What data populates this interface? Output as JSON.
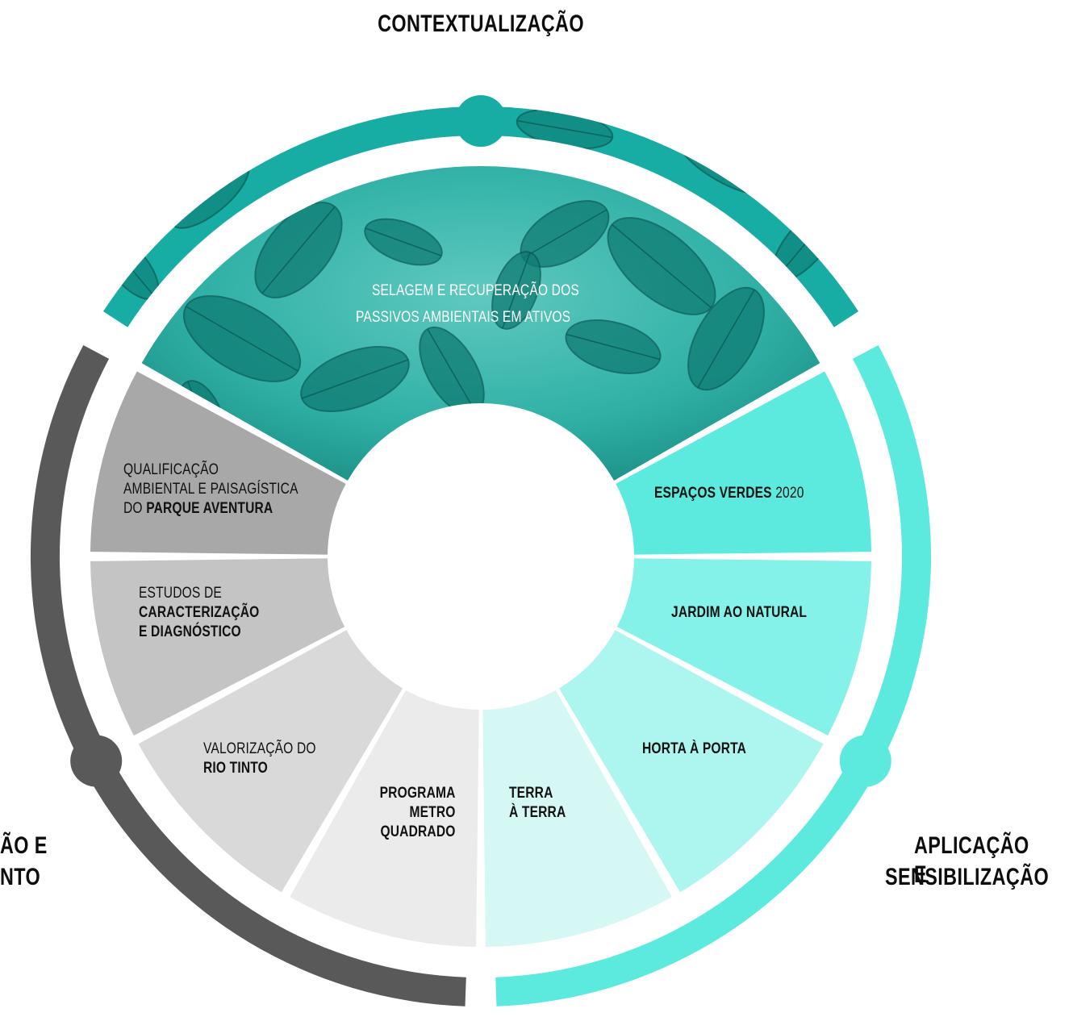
{
  "colors": {
    "context_arc": "#18ADA4",
    "application_arc": "#5CEADF",
    "planning_arc": "#595959",
    "photo_tint": "#1AA89D",
    "center": "#ffffff"
  },
  "outer_titles": {
    "top": "CONTEXTUALIZAÇÃO",
    "left_line1": "ÃO E",
    "left_line2": "NTO",
    "right_line1": "APLICAÇÃO E",
    "right_line2": "SENSIBILIZAÇÃO"
  },
  "photo_segment": {
    "line1": "SELAGEM E RECUPERAÇÃO DOS",
    "line2": "PASSIVOS AMBIENTAIS EM ATIVOS",
    "image": "teal-tinted-leaves-photo"
  },
  "segments": {
    "espacos": {
      "bold": "ESPAÇOS VERDES",
      "light": " 2020",
      "fill": "#5CEADF"
    },
    "jardim": {
      "bold": "JARDIM AO NATURAL",
      "fill": "#84F2E9"
    },
    "horta": {
      "bold": "HORTA À PORTA",
      "fill": "#ADF5EF"
    },
    "terra": {
      "bold1": "TERRA",
      "bold2": "À TERRA",
      "fill": "#D6F8F4"
    },
    "programa": {
      "bold1": "PROGRAMA",
      "bold2": "METRO",
      "bold3": "QUADRADO",
      "fill": "#EBEBEB"
    },
    "valorizacao": {
      "light": "VALORIZAÇÃO DO",
      "bold": "RIO TINTO",
      "fill": "#D9D9D9"
    },
    "estudos": {
      "light": "ESTUDOS DE",
      "bold1": "CARACTERIZAÇÃO",
      "bold2": "E DIAGNÓSTICO",
      "fill": "#C4C4C4"
    },
    "qualificacao": {
      "light1": "QUALIFICAÇÃO",
      "light2": "AMBIENTAL E PAISAGÍSTICA",
      "light3": "DO ",
      "bold": "PARQUE AVENTURA",
      "fill": "#A8A8A8"
    }
  }
}
